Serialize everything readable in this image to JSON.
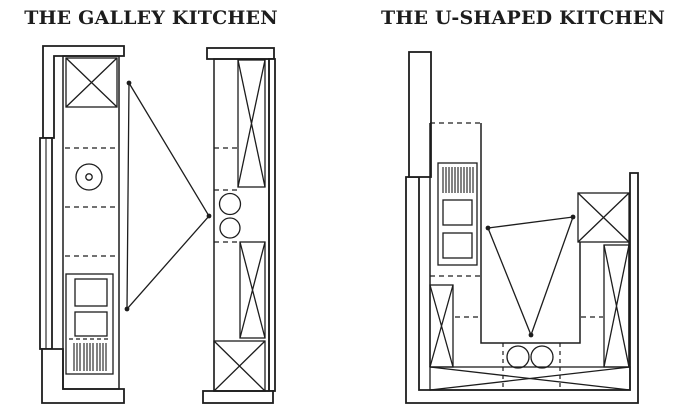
{
  "figure": {
    "background_color": "#ffffff",
    "ink_color": "#1d1d1d",
    "diagrams": [
      {
        "id": "galley",
        "title": "THE GALLEY KITCHEN",
        "features": [
          "refrigerator-symbol",
          "round-fixture-symbol",
          "range-with-burners-symbol",
          "double-bowl-sink-symbol",
          "tall-cabinet-x-symbols",
          "work-triangle",
          "walls",
          "two-parallel-counter-runs"
        ]
      },
      {
        "id": "u-shaped",
        "title": "THE U-SHAPED KITCHEN",
        "features": [
          "range-with-burners-symbol",
          "double-bowl-sink-symbol",
          "refrigerator-symbol",
          "tall-cabinet-x-symbols",
          "work-triangle",
          "walls",
          "u-shaped-counter"
        ]
      }
    ]
  }
}
